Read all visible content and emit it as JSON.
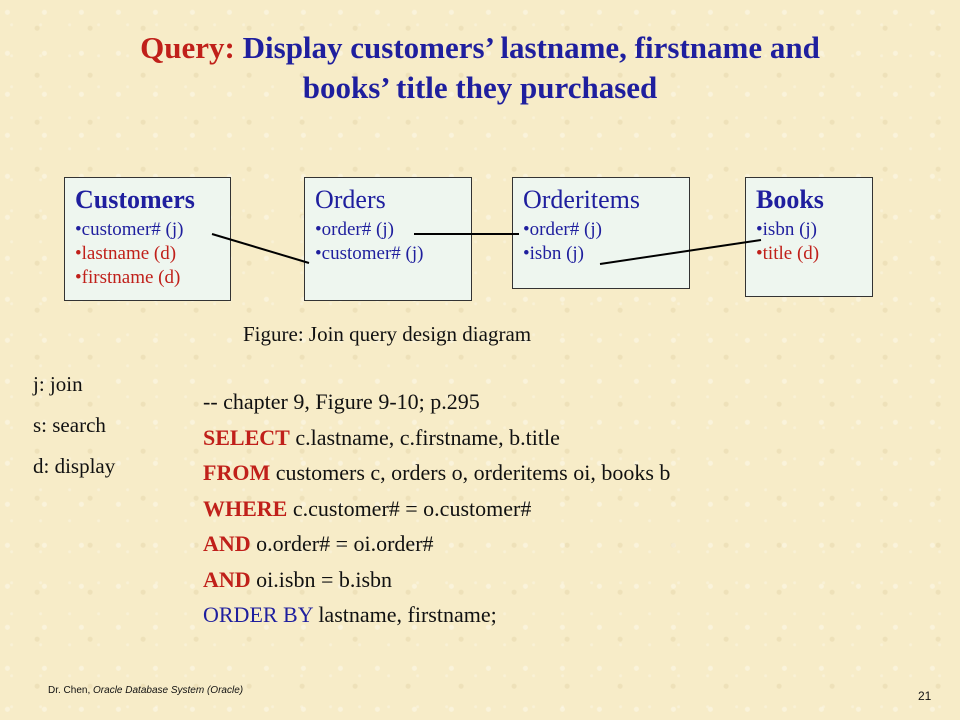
{
  "title": {
    "prefix": "Query:",
    "line1": "Display customers’ lastname, firstname and",
    "line2": "books’ title they purchased"
  },
  "entities": {
    "customers": {
      "name": "Customers",
      "fields": [
        "customer# (j)",
        "lastname (d)",
        "firstname (d)"
      ]
    },
    "orders": {
      "name": "Orders",
      "fields": [
        "order# (j)",
        "customer# (j)"
      ]
    },
    "orderitems": {
      "name": "Orderitems",
      "fields": [
        "order# (j)",
        "isbn (j)"
      ]
    },
    "books": {
      "name": "Books",
      "fields": [
        "isbn (j)",
        "title (d)"
      ]
    }
  },
  "caption": "Figure: Join query design diagram",
  "legend": [
    "j: join",
    "s: search",
    "d: display"
  ],
  "sql": {
    "comment": "-- chapter 9, Figure 9-10; p.295",
    "select_kw": "SELECT",
    "select_rest": " c.lastname, c.firstname, b.title",
    "from_kw": "FROM",
    "from_rest": " customers c, orders o, orderitems oi, books b",
    "where_kw": "WHERE",
    "where_rest": " c.customer# = o.customer#",
    "and1_kw": "AND",
    "and1_rest": " o.order# = oi.order#",
    "and2_kw": "AND",
    "and2_rest": " oi.isbn = b.isbn",
    "orderby_kw": "ORDER BY",
    "orderby_rest": " lastname, firstname;"
  },
  "footer": {
    "author": "Dr. Chen,",
    "course": "Oracle Database System (Oracle)",
    "page": "21"
  },
  "colors": {
    "blue": "#1f1f9e",
    "red": "#c0201a",
    "box_fill": "#eef6ef",
    "background": "#f7ecc8"
  }
}
